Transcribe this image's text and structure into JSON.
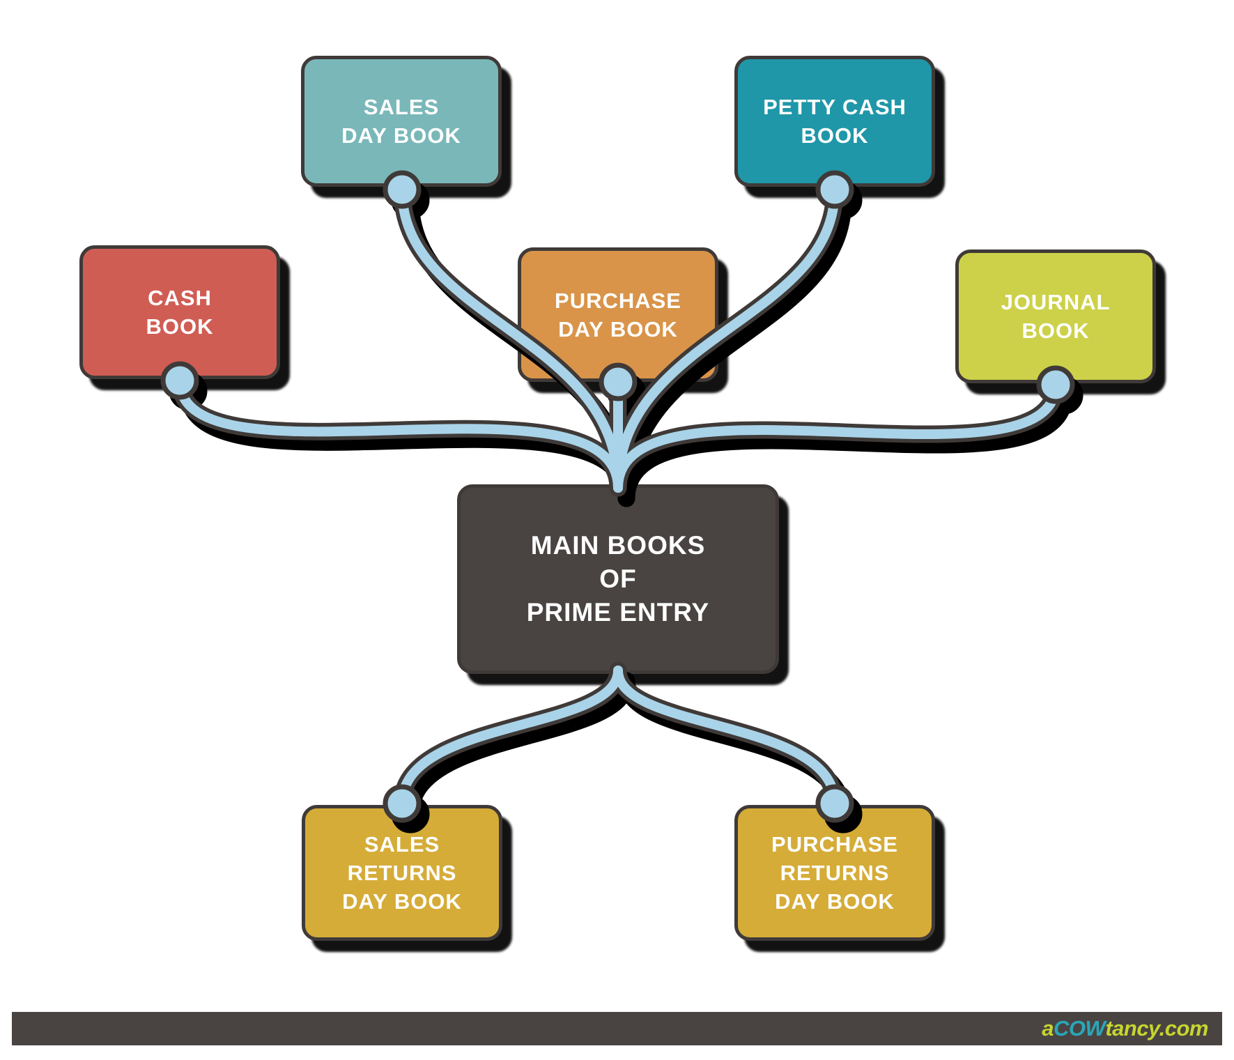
{
  "colors": {
    "background": "#ffffff",
    "connector_fill": "#a9d3e8",
    "connector_outline": "#3f3a38",
    "shadow": "#000000",
    "node_text": "#ffffff"
  },
  "nodes": {
    "sales_day_book": {
      "line1": "SALES",
      "line2": "DAY BOOK",
      "color": "#7ab7b9"
    },
    "petty_cash_book": {
      "line1": "PETTY CASH",
      "line2": "BOOK",
      "color": "#1f97a8"
    },
    "cash_book": {
      "line1": "CASH",
      "line2": "BOOK",
      "color": "#d05d54"
    },
    "purchase_day_book": {
      "line1": "PURCHASE",
      "line2": "DAY BOOK",
      "color": "#d99449"
    },
    "journal_book": {
      "line1": "JOURNAL",
      "line2": "BOOK",
      "color": "#ccd149"
    },
    "main": {
      "line1": "MAIN BOOKS",
      "line2": "OF",
      "line3": "PRIME ENTRY",
      "color": "#494442"
    },
    "sales_returns_day_book": {
      "line1": "SALES",
      "line2": "RETURNS",
      "line3": "DAY BOOK",
      "color": "#d5ac38"
    },
    "purchase_returns_day_book": {
      "line1": "PURCHASE",
      "line2": "RETURNS",
      "line3": "DAY BOOK",
      "color": "#d5ac38"
    }
  },
  "footer": {
    "background": "#494442",
    "brand": {
      "prefix": "a",
      "cow": "COW",
      "suffix": "tancy.com",
      "prefix_color": "#c6d52f",
      "cow_color": "#2aa7b8",
      "suffix_color": "#c6d52f"
    }
  }
}
